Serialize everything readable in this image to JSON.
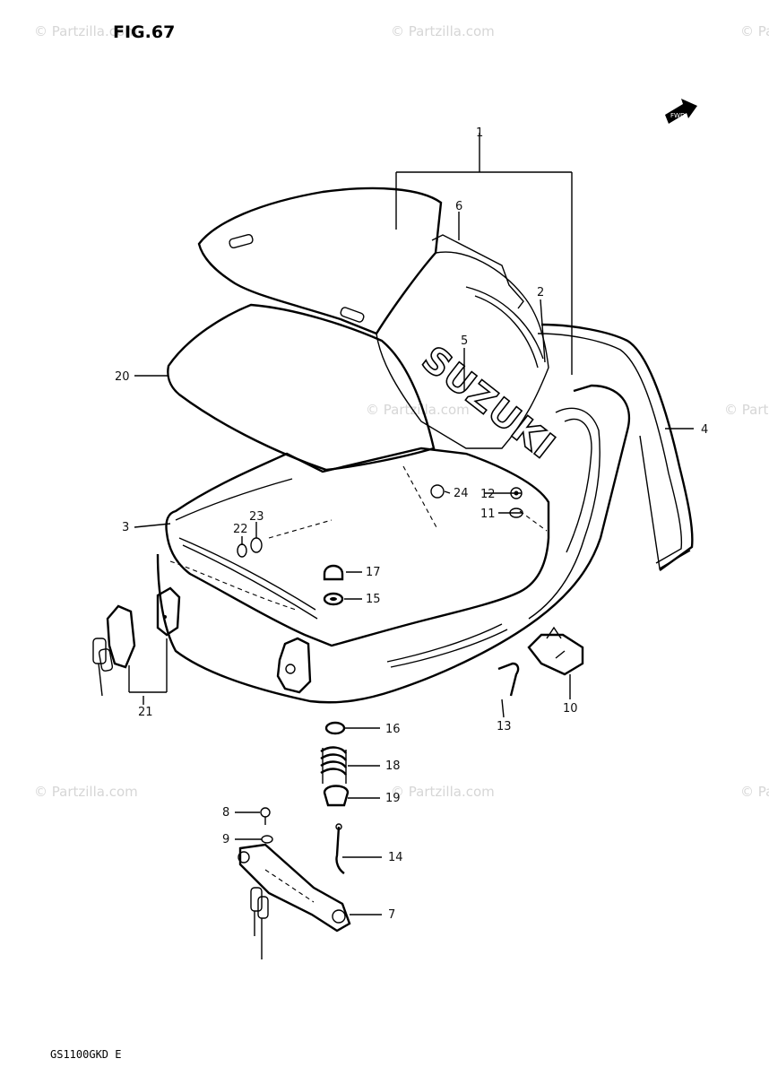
{
  "figure": {
    "title": "FIG.67",
    "footer_code": "GS1100GKD E"
  },
  "brand_logo": "SUZUKI",
  "direction_marker": "FWD",
  "watermarks": [
    "© Partzilla.com",
    "© Partzilla.com",
    "© Partzilla.com",
    "© Partzilla.com",
    "© Partzilla.com",
    "© Partzilla.com",
    "© Partzilla.com",
    "© Partzilla.com"
  ],
  "callouts": [
    "1",
    "2",
    "3",
    "4",
    "5",
    "6",
    "7",
    "8",
    "9",
    "10",
    "11",
    "12",
    "13",
    "14",
    "15",
    "16",
    "17",
    "18",
    "19",
    "20",
    "21",
    "22",
    "23",
    "24"
  ],
  "colors": {
    "line": "#000000",
    "background": "#ffffff",
    "watermark": "#d6d6d6"
  }
}
